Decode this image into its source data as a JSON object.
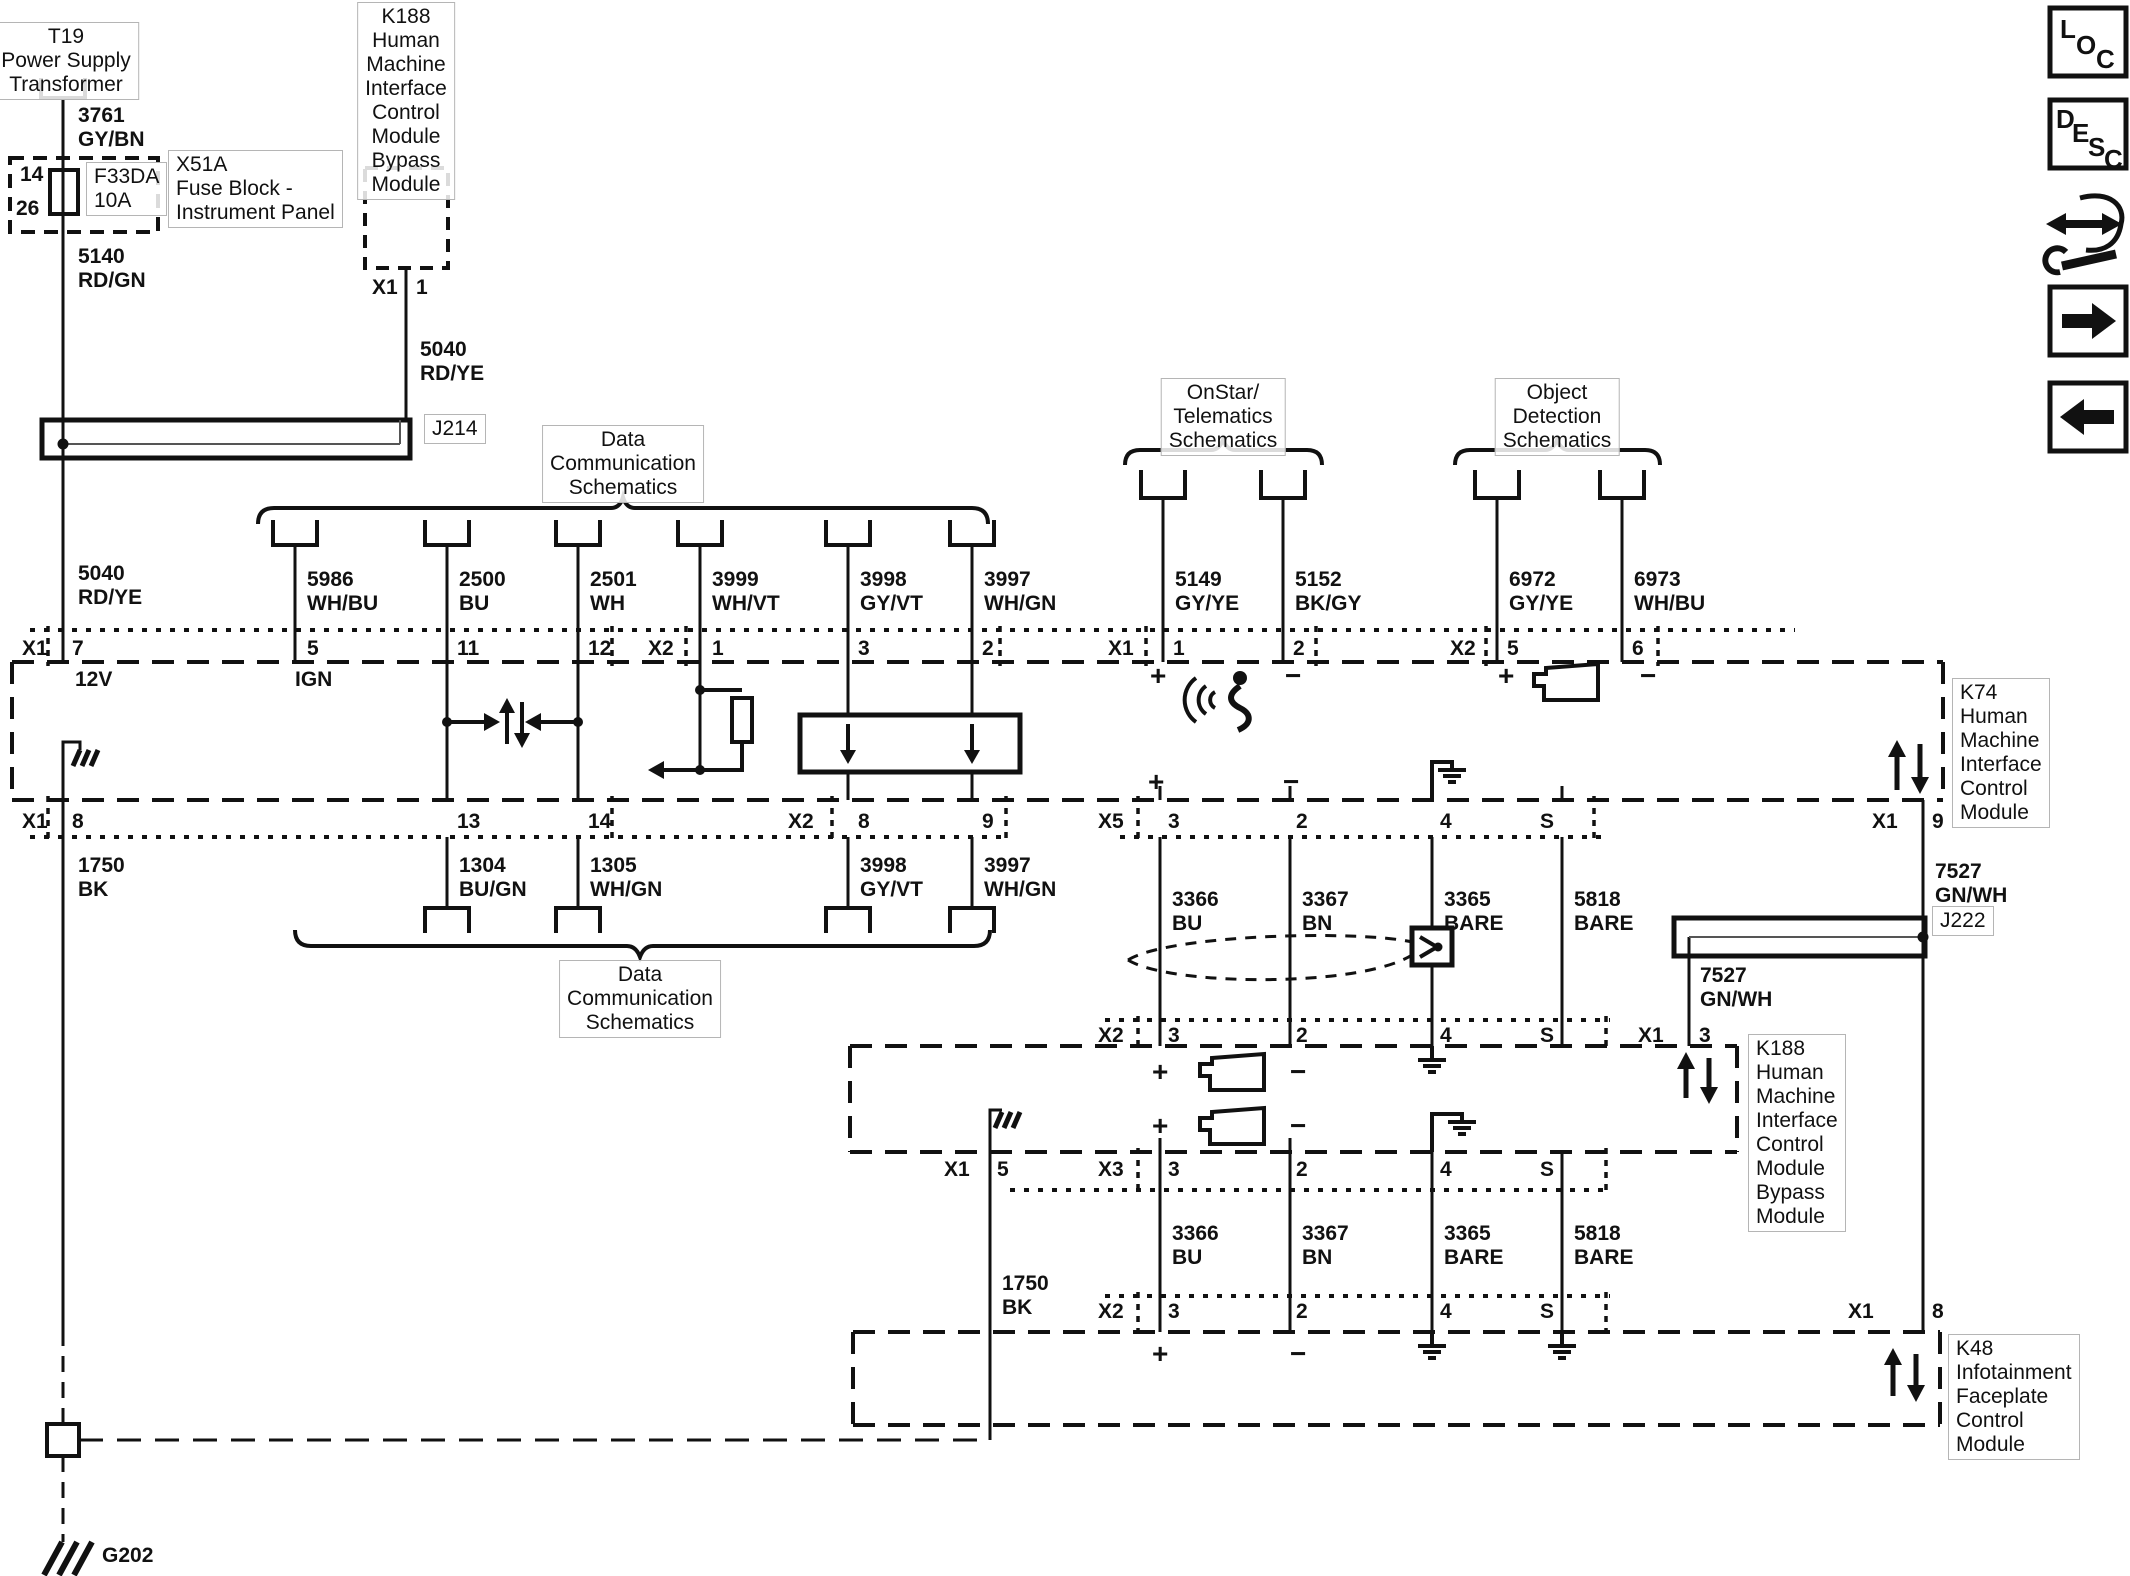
{
  "components": {
    "t19": "T19\nPower Supply\nTransformer",
    "fuse_block": "X51A\nFuse Block -\nInstrument Panel",
    "fuse": "F33DA\n10A",
    "fuse_pin_top": "14",
    "fuse_pin_bottom": "26",
    "j214": "J214",
    "j222": "J222",
    "g202": "G202",
    "k188": "K188\nHuman\nMachine\nInterface\nControl\nModule\nBypass\nModule",
    "k74": "K74\nHuman\nMachine\nInterface\nControl\nModule",
    "k48": "K48\nInfotainment\nFaceplate\nControl\nModule"
  },
  "schematics": {
    "data_comm": "Data\nCommunication\nSchematics",
    "onstar": "OnStar/\nTelematics\nSchematics",
    "objdet": "Object\nDetection\nSchematics"
  },
  "wires": {
    "w3761": "3761\nGY/BN",
    "w5140": "5140\nRD/GN",
    "w5040": "5040\nRD/YE",
    "w5986": "5986\nWH/BU",
    "w2500": "2500\nBU",
    "w2501": "2501\nWH",
    "w3999": "3999\nWH/VT",
    "w3998": "3998\nGY/VT",
    "w3997": "3997\nWH/GN",
    "w5149": "5149\nGY/YE",
    "w5152": "5152\nBK/GY",
    "w6972": "6972\nGY/YE",
    "w6973": "6973\nWH/BU",
    "w1304": "1304\nBU/GN",
    "w1305": "1305\nWH/GN",
    "w1750": "1750\nBK",
    "w3366": "3366\nBU",
    "w3367": "3367\nBN",
    "w3365": "3365\nBARE",
    "w5818": "5818\nBARE",
    "w7527": "7527\nGN/WH"
  },
  "pins": {
    "x1": "X1",
    "x2": "X2",
    "x3": "X3",
    "x5": "X5",
    "p1": "1",
    "p2": "2",
    "p3": "3",
    "p4": "4",
    "p5": "5",
    "p6": "6",
    "p7": "7",
    "p8": "8",
    "p9": "9",
    "p11": "11",
    "p12": "12",
    "p13": "13",
    "p14": "14",
    "s": "S",
    "v12": "12V",
    "ign": "IGN",
    "plus": "+",
    "minus": "−"
  },
  "sidebar": {
    "l": "L",
    "o": "O",
    "c1": "C",
    "d": "D",
    "e": "E",
    "s": "S",
    "c2": "C"
  }
}
